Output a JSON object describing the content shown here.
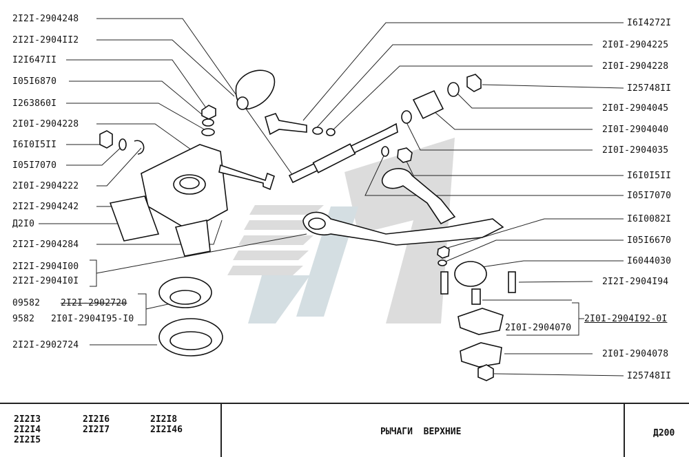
{
  "left_labels": [
    {
      "id": "l1",
      "text": "2I2I-2904248"
    },
    {
      "id": "l2",
      "text": "2I2I-2904II2"
    },
    {
      "id": "l3",
      "text": "I2I647II"
    },
    {
      "id": "l4",
      "text": "I05I6870"
    },
    {
      "id": "l5",
      "text": "I263860I"
    },
    {
      "id": "l6",
      "text": "2I0I-2904228"
    },
    {
      "id": "l7",
      "text": "I6I0I5II"
    },
    {
      "id": "l8",
      "text": "I05I7070"
    },
    {
      "id": "l9",
      "text": "2I0I-2904222"
    },
    {
      "id": "l10",
      "text": "2I2I-2904242"
    },
    {
      "id": "l11",
      "text": "Д2I0"
    },
    {
      "id": "l12",
      "text": "2I2I-2904284"
    },
    {
      "id": "l13",
      "text": "2I2I-2904I00"
    },
    {
      "id": "l14",
      "text": "2I2I-2904I0I"
    },
    {
      "id": "l15a",
      "text": "09582"
    },
    {
      "id": "l15b",
      "text": "2I2I-2902720"
    },
    {
      "id": "l16a",
      "text": "9582"
    },
    {
      "id": "l16b",
      "text": "2I0I-2904I95-I0"
    },
    {
      "id": "l17",
      "text": "2I2I-2902724"
    }
  ],
  "right_labels": [
    {
      "id": "r1",
      "text": "I6I4272I"
    },
    {
      "id": "r2",
      "text": "2I0I-2904225"
    },
    {
      "id": "r3",
      "text": "2I0I-2904228"
    },
    {
      "id": "r4",
      "text": "I25748II"
    },
    {
      "id": "r5",
      "text": "2I0I-2904045"
    },
    {
      "id": "r6",
      "text": "2I0I-2904040"
    },
    {
      "id": "r7",
      "text": "2I0I-2904035"
    },
    {
      "id": "r8",
      "text": "I6I0I5II"
    },
    {
      "id": "r9",
      "text": "I05I7070"
    },
    {
      "id": "r10",
      "text": "I6I0082I"
    },
    {
      "id": "r11",
      "text": "I05I6670"
    },
    {
      "id": "r12",
      "text": "I6044030"
    },
    {
      "id": "r13",
      "text": "2I2I-2904I94"
    },
    {
      "id": "r14",
      "text": "2I0I-2904I92-0I"
    },
    {
      "id": "r15",
      "text": "2I0I-2904070"
    },
    {
      "id": "r16",
      "text": "2I0I-2904078"
    },
    {
      "id": "r17",
      "text": "I25748II"
    }
  ],
  "footer": {
    "models": [
      "2I2I3",
      "2I2I6",
      "2I2I8",
      "2I2I4",
      "2I2I7",
      "2I2I46",
      "2I2I5"
    ],
    "title": "РЫЧАГИ  ВЕРХНИЕ",
    "code": "Д200"
  },
  "colors": {
    "ink": "#111111",
    "watermark": "#d2d2d2",
    "watermark_blue": "#c9d6dc"
  }
}
